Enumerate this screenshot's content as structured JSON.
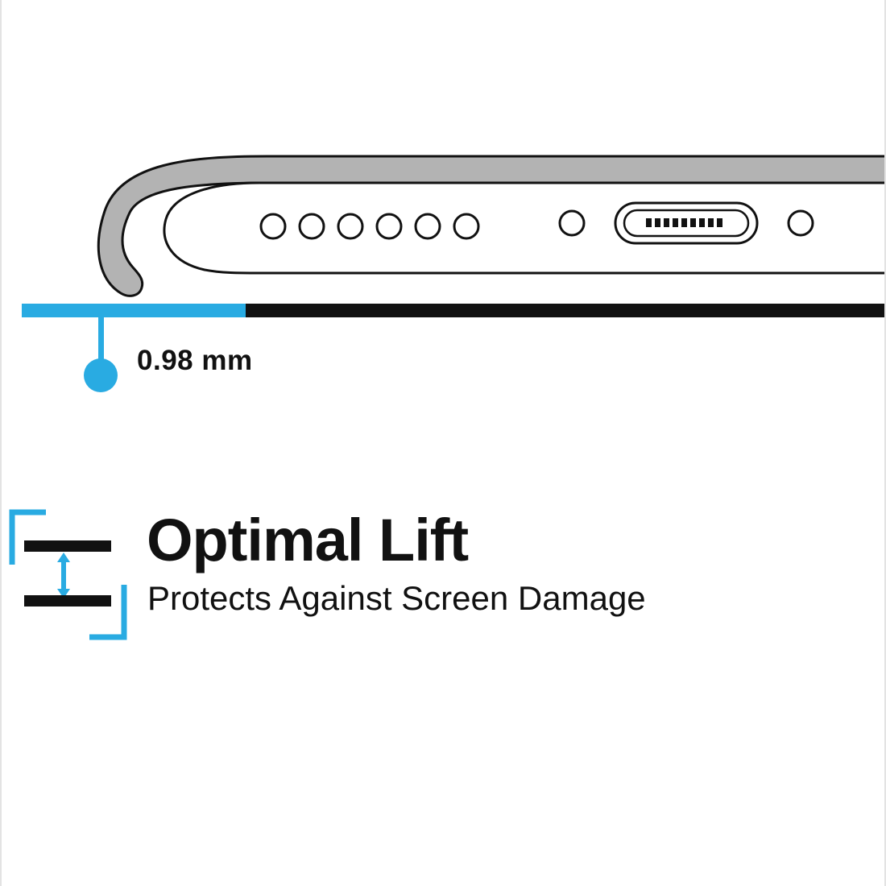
{
  "feature": {
    "title": "Optimal Lift",
    "subtitle": "Protects Against Screen Damage"
  },
  "measurement": {
    "label": "0.98 mm"
  },
  "colors": {
    "accent_cyan": "#29abe2",
    "case_gray": "#b3b3b3",
    "ink_black": "#111111",
    "background": "#ffffff"
  }
}
